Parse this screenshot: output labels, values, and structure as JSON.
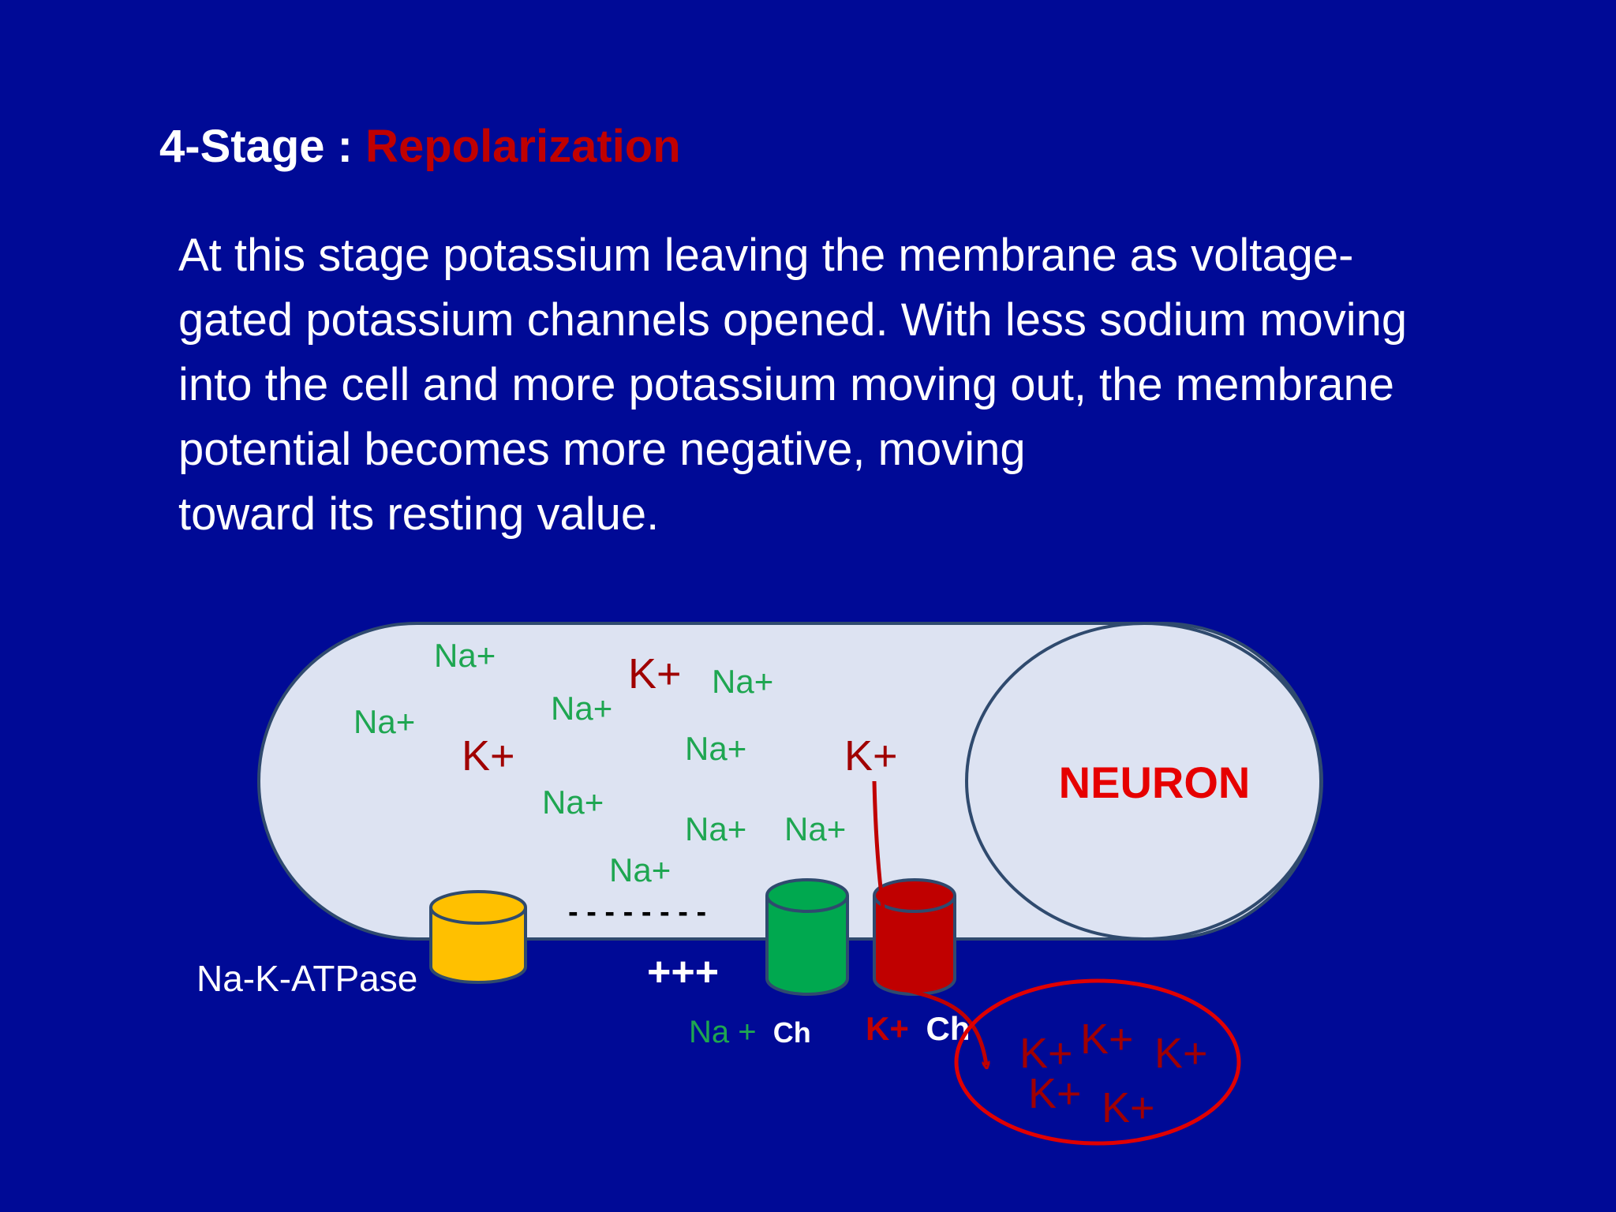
{
  "title": {
    "prefix": "4-Stage : ",
    "highlight": "Repolarization"
  },
  "body_lines": [
    "At this stage potassium leaving the membrane as voltage-",
    "gated potassium channels opened. With less sodium moving",
    "into the cell and more potassium moving out, the membrane",
    "potential becomes more negative, moving",
    "toward its resting value."
  ],
  "diagram": {
    "neuron_label": "NEURON",
    "na_ion": "Na+",
    "k_ion": "K+",
    "negative_charges": "- - - - - - - -",
    "positive_charges": "+++",
    "pump_label": "Na-K-ATPase",
    "na_channel": {
      "ion": "Na +",
      "suffix": "Ch"
    },
    "k_channel": {
      "ion": "K+",
      "suffix": "Ch"
    },
    "colors": {
      "background": "#000a96",
      "cell_fill": "#dde3f2",
      "cell_stroke": "#2f4a6e",
      "sodium": "#1ea651",
      "potassium": "#a00000",
      "neuron_label": "#e60000",
      "pump": "#ffc000",
      "na_channel": "#00a84f",
      "k_channel": "#c00000",
      "outside_k_ring": "#e00000"
    }
  }
}
